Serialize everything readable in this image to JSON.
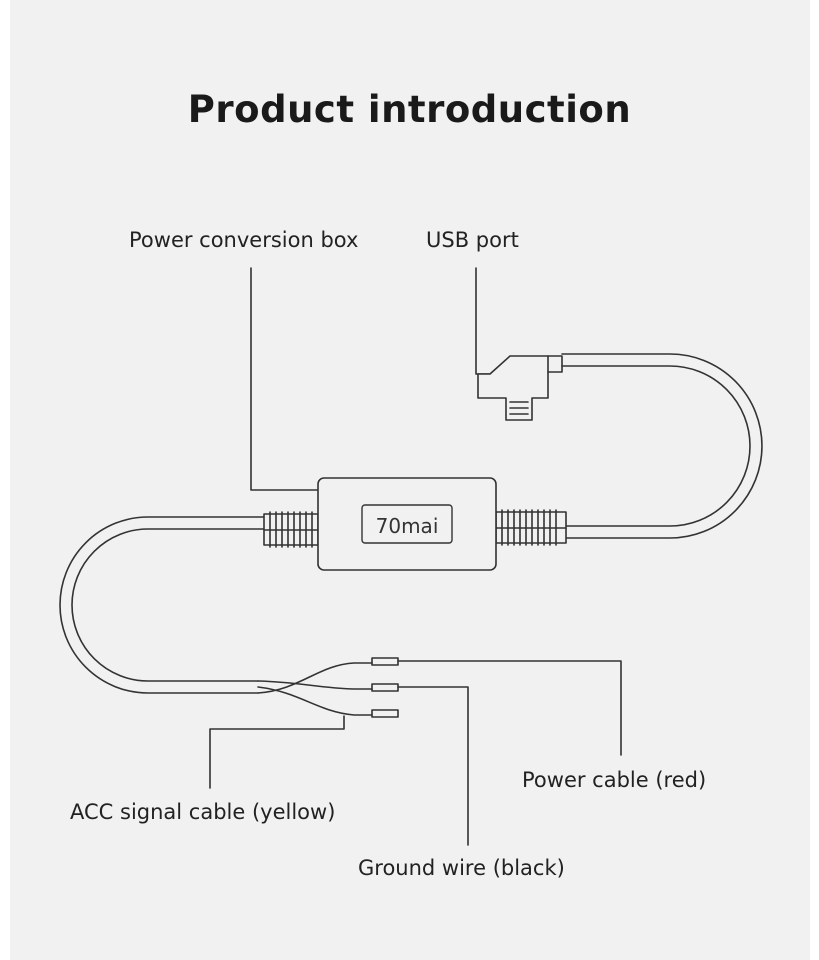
{
  "title": "Product introduction",
  "labels": {
    "power_box": "Power conversion box",
    "usb_port": "USB port",
    "power_cable": "Power cable (red)",
    "acc_cable": "ACC signal cable (yellow)",
    "ground_wire": "Ground wire (black)"
  },
  "brand": "70mai",
  "colors": {
    "background": "#f1f1f1",
    "line": "#333333",
    "text": "#222222"
  }
}
